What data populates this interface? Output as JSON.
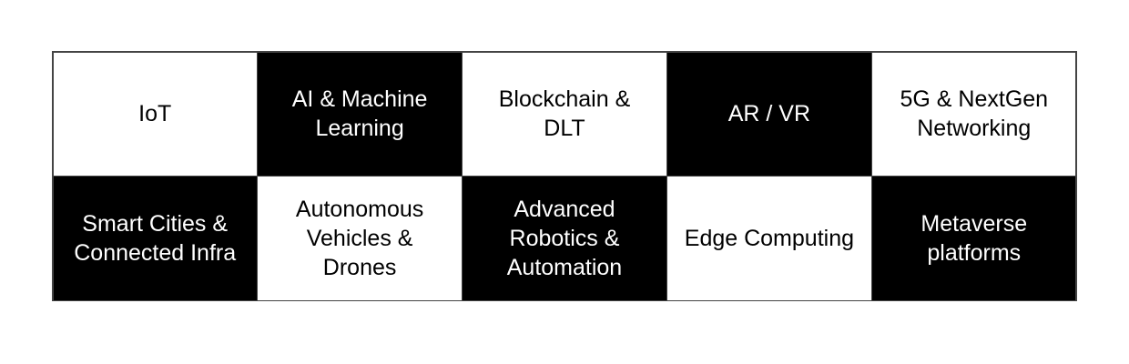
{
  "table": {
    "rows": [
      {
        "cells": [
          {
            "label": "IoT",
            "variant": "light"
          },
          {
            "label": "AI & Machine\nLearning",
            "variant": "dark"
          },
          {
            "label": "Blockchain &\nDLT",
            "variant": "light"
          },
          {
            "label": "AR / VR",
            "variant": "dark"
          },
          {
            "label": "5G & NextGen\nNetworking",
            "variant": "light"
          }
        ]
      },
      {
        "cells": [
          {
            "label": "Smart Cities &\nConnected Infra",
            "variant": "dark"
          },
          {
            "label": "Autonomous\nVehicles &\nDrones",
            "variant": "light"
          },
          {
            "label": "Advanced\nRobotics &\nAutomation",
            "variant": "dark"
          },
          {
            "label": "Edge Computing",
            "variant": "light"
          },
          {
            "label": "Metaverse\nplatforms",
            "variant": "dark"
          }
        ]
      }
    ]
  },
  "colors": {
    "page_background": "#ffffff",
    "border": "#444444",
    "cell_light_background": "#ffffff",
    "cell_light_text": "#000000",
    "cell_dark_background": "#000000",
    "cell_dark_text": "#ffffff"
  }
}
